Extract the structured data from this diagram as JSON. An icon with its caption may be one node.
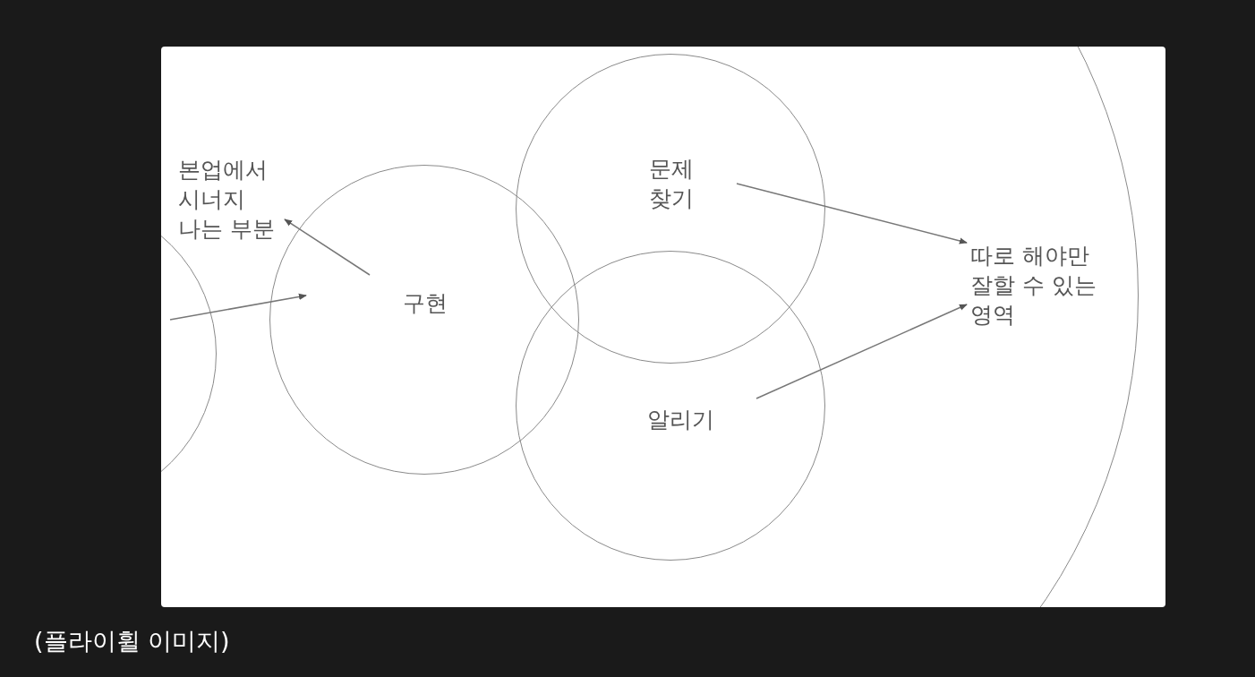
{
  "diagram": {
    "caption": "(플라이휠 이미지)",
    "nodes": [
      {
        "text": [],
        "shape": "circle"
      },
      {
        "text": [],
        "shape": "circle"
      },
      {
        "text": [
          "본업에서 시너지 나는 부분"
        ],
        "in": 1
      },
      {
        "text": [
          "구현"
        ],
        "in": 1
      },
      {
        "text": [
          "문제 찾기"
        ],
        "in": 1
      },
      {
        "text": [
          "알리기"
        ],
        "in": 1
      },
      {
        "text": [
          "따로 해야만 잘할 수 있는 영역"
        ],
        "in": 1
      }
    ],
    "edges": [
      {
        "from": 0,
        "to": 3,
        "arrow": "to"
      },
      {
        "from": 3,
        "to": 2,
        "arrow": "to"
      },
      {
        "from": 4,
        "to": 6,
        "arrow": "to"
      },
      {
        "from": 5,
        "to": 6,
        "arrow": "to"
      }
    ]
  }
}
